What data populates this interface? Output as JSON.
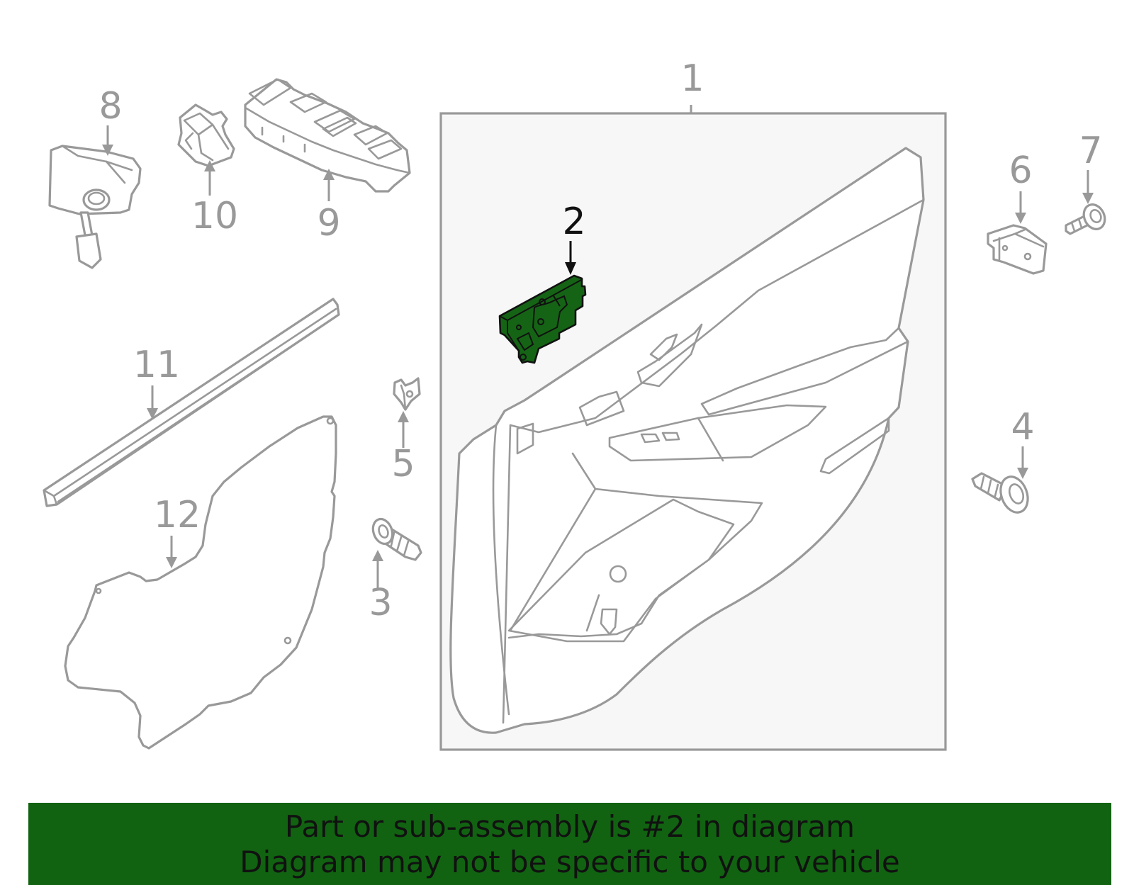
{
  "diagram": {
    "highlighted_part": "2",
    "callouts": [
      "1",
      "2",
      "3",
      "4",
      "5",
      "6",
      "7",
      "8",
      "9",
      "10",
      "11",
      "12"
    ]
  },
  "colors": {
    "highlight": "#156415",
    "banner": "#116311",
    "part_outline": "#999999",
    "panel_background": "#f7f7f7"
  },
  "banner": {
    "line1": "Part or sub-assembly is #2 in diagram",
    "line2": "Diagram may not be specific to your vehicle"
  }
}
